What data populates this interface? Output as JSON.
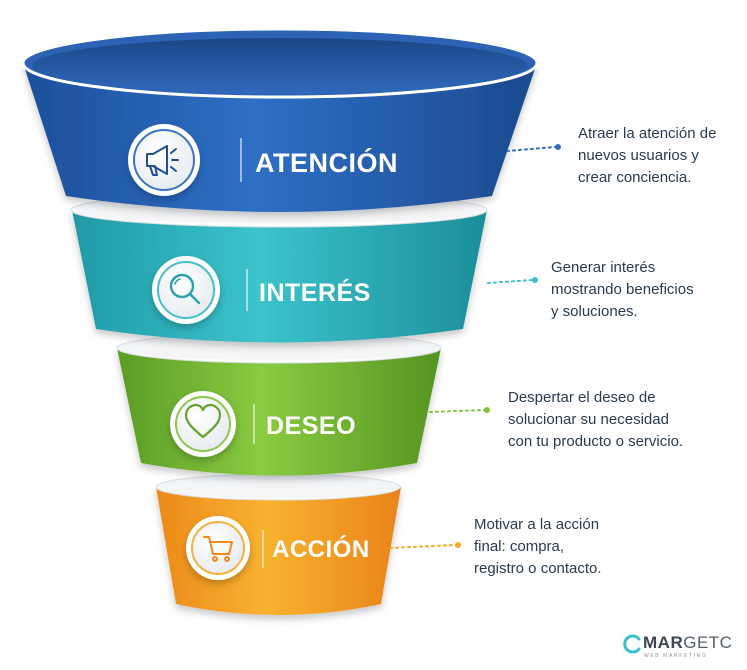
{
  "stages": [
    {
      "title": "ATENCIÓN",
      "icon": "megaphone-icon",
      "color_top": "#2f6bc0",
      "color_dark": "#1f4d96",
      "description": [
        "Atraer la atención de",
        "nuevos usuarios y",
        "crear conciencia."
      ]
    },
    {
      "title": "INTERÉS",
      "icon": "search-icon",
      "color_top": "#3bbfc8",
      "color_dark": "#25a2ad",
      "description": [
        "Generar interés",
        "mostrando beneficios",
        "y soluciones."
      ]
    },
    {
      "title": "DESEO",
      "icon": "heart-icon",
      "color_top": "#84c43b",
      "color_dark": "#62a329",
      "description": [
        "Despertar el deseo de",
        "solucionar su necesidad",
        "con tu producto o servicio."
      ]
    },
    {
      "title": "ACCIÓN",
      "icon": "shopping-cart-icon",
      "color_top": "#f7a928",
      "color_dark": "#ef8a1c",
      "description": [
        "Motivar a la acción",
        "final: compra,",
        "registro o contacto."
      ]
    }
  ],
  "brand": {
    "name_bold": "MAR",
    "name_rest": "GETC",
    "tagline": "WEB MARKETING"
  }
}
